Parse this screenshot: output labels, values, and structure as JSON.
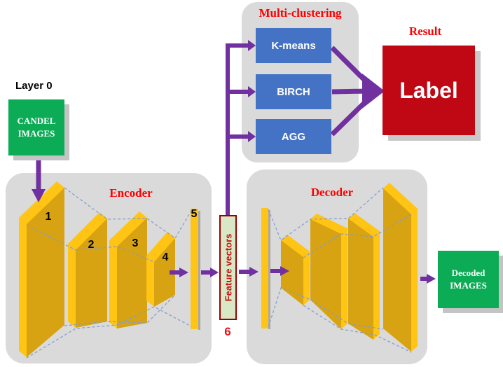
{
  "colors": {
    "panel_gray": "#dadada",
    "accent_purple": "#7030a0",
    "algorithm_blue": "#4472c4",
    "result_red": "#c00714",
    "image_green": "#0bac55",
    "slab_face_yellow": "#d7a313",
    "slab_edge_yellow": "#ffc414",
    "title_red": "#ff0000",
    "dashed_connector_blue": "#7e9dd4"
  },
  "input": {
    "layer_label": "Layer 0",
    "box_line1": "CANDEL",
    "box_line2": "IMAGES"
  },
  "encoder": {
    "title": "Encoder",
    "layer_numbers": [
      "1",
      "2",
      "3",
      "4",
      "5"
    ]
  },
  "feature_vectors": {
    "label": "Feature vectors",
    "layer_number": "6"
  },
  "multi_clustering": {
    "title": "Multi-clustering",
    "algorithms": [
      {
        "label": "K-means"
      },
      {
        "label": "BIRCH"
      },
      {
        "label": "AGG"
      }
    ]
  },
  "result": {
    "title": "Result",
    "box_label": "Label"
  },
  "decoder": {
    "title": "Decoder"
  },
  "output": {
    "box_line1": "Decoded",
    "box_line2": "IMAGES"
  }
}
